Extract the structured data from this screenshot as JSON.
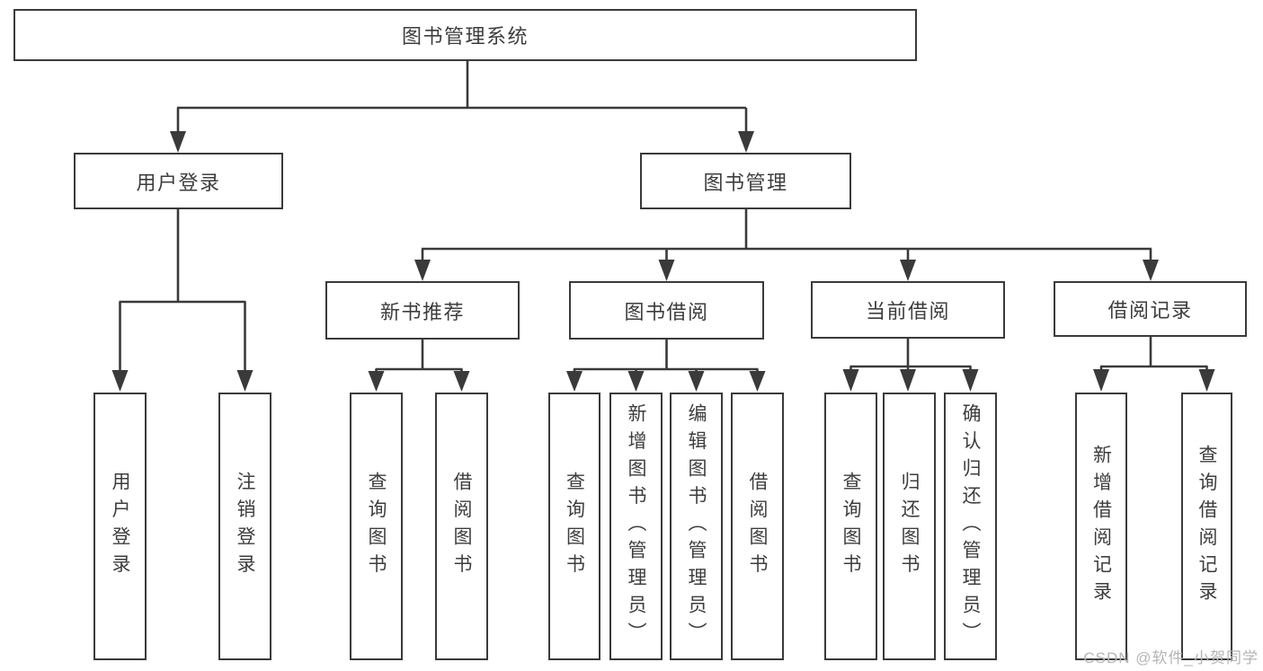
{
  "colors": {
    "line": "#3a3a3a",
    "text": "#3d3d3d",
    "background": "#ffffff",
    "watermark_color": "#b5b5b5"
  },
  "tree": {
    "root": {
      "label": "图书管理系统"
    },
    "branches": [
      {
        "label": "用户登录",
        "children": [
          {
            "label": "用户登录"
          },
          {
            "label": "注销登录"
          }
        ]
      },
      {
        "label": "图书管理",
        "children": [
          {
            "label": "新书推荐",
            "children": [
              {
                "label": "查询图书"
              },
              {
                "label": "借阅图书"
              }
            ]
          },
          {
            "label": "图书借阅",
            "children": [
              {
                "label": "查询图书"
              },
              {
                "label": "新增图书（管理员）"
              },
              {
                "label": "编辑图书（管理员）"
              },
              {
                "label": "借阅图书"
              }
            ]
          },
          {
            "label": "当前借阅",
            "children": [
              {
                "label": "查询图书"
              },
              {
                "label": "归还图书"
              },
              {
                "label": "确认归还（管理员）"
              }
            ]
          },
          {
            "label": "借阅记录",
            "children": [
              {
                "label": "新增借阅记录"
              },
              {
                "label": "查询借阅记录"
              }
            ]
          }
        ]
      }
    ]
  },
  "watermark": {
    "text": "CSDN @软件_小贺同学"
  }
}
